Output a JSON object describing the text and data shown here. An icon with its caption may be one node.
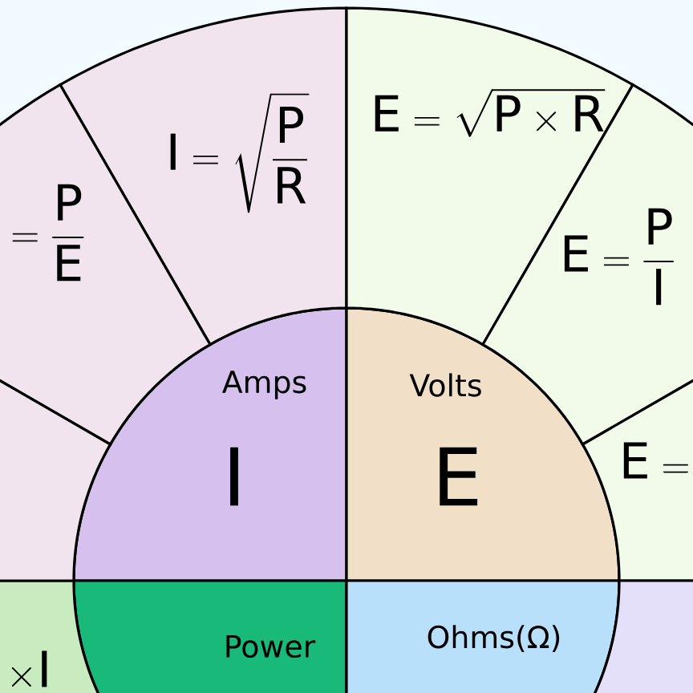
{
  "diagram": {
    "nodes": [
      {
        "text": [
          "\\mathrm{I}=\\sqrt{\\dfrac{\\mathrm{P}}{\\mathrm{R}}}"
        ]
      },
      {
        "text": [
          "=\\dfrac{\\mathrm{P}}{\\mathrm{E}}"
        ]
      },
      {
        "text": [],
        "shape": "wedge"
      },
      {
        "text": [
          "\\mathrm{E}=\\sqrt{\\mathrm{P}\\times\\mathrm{R}}"
        ]
      },
      {
        "text": [
          "\\mathrm{E}=\\dfrac{\\mathrm{P}}{\\mathrm{I}}"
        ]
      },
      {
        "text": [
          "\\mathrm{E}="
        ]
      },
      {
        "text": [
          "Amps",
          "I"
        ]
      },
      {
        "text": [
          "Volts",
          "E"
        ]
      },
      {
        "text": [
          "\\times\\mathrm{I}"
        ]
      },
      {
        "text": [
          "Power"
        ]
      },
      {
        "text": [
          "Ohms(Ω)"
        ]
      },
      {
        "text": [],
        "shape": "wedge"
      }
    ]
  }
}
